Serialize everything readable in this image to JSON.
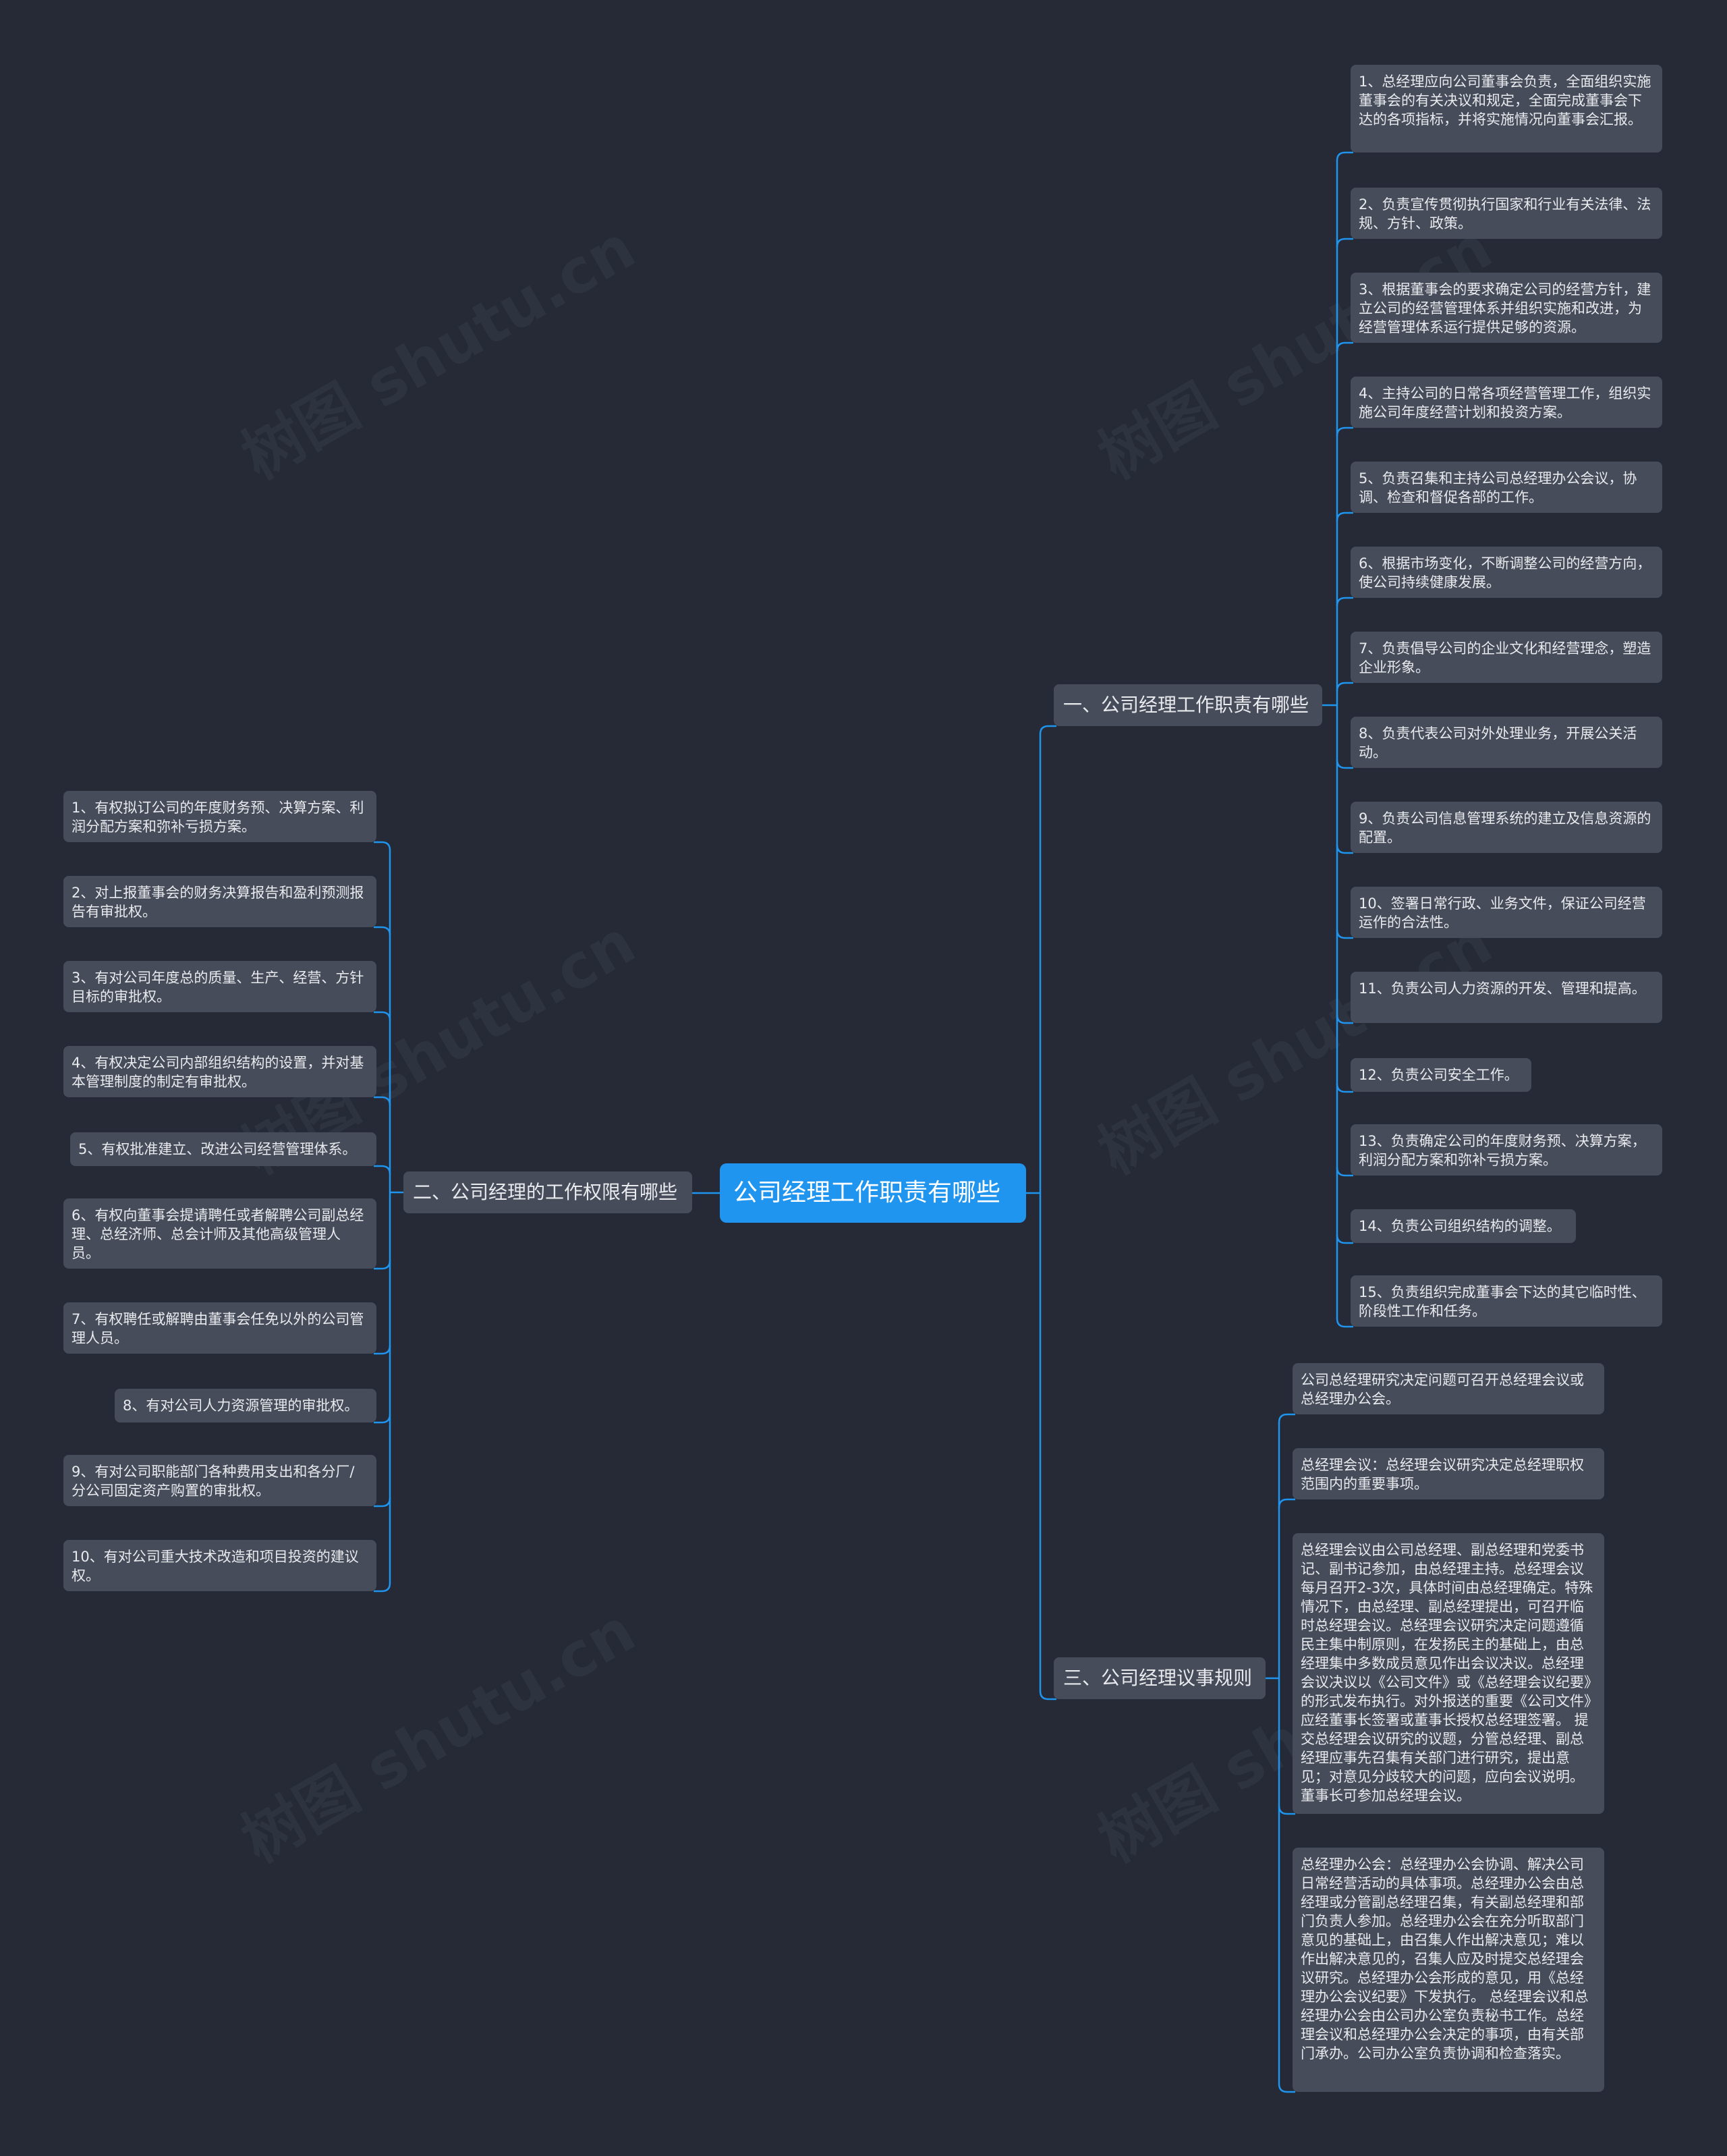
{
  "root": "公司经理工作职责有哪些",
  "branches": [
    {
      "label": "一、公司经理工作职责有哪些",
      "children": [
        "1、总经理应向公司董事会负责，全面组织实施董事会的有关决议和规定，全面完成董事会下达的各项指标，并将实施情况向董事会汇报。",
        "2、负责宣传贯彻执行国家和行业有关法律、法规、方针、政策。",
        "3、根据董事会的要求确定公司的经营方针，建立公司的经营管理体系并组织实施和改进，为经营管理体系运行提供足够的资源。",
        "4、主持公司的日常各项经营管理工作，组织实施公司年度经营计划和投资方案。",
        "5、负责召集和主持公司总经理办公会议，协调、检查和督促各部的工作。",
        "6、根据市场变化，不断调整公司的经营方向，使公司持续健康发展。",
        "7、负责倡导公司的企业文化和经营理念，塑造企业形象。",
        "8、负责代表公司对外处理业务，开展公关活动。",
        "9、负责公司信息管理系统的建立及信息资源的配置。",
        "10、签署日常行政、业务文件，保证公司经营运作的合法性。",
        "11、负责公司人力资源的开发、管理和提高。",
        "12、负责公司安全工作。",
        "13、负责确定公司的年度财务预、决算方案，利润分配方案和弥补亏损方案。",
        "14、负责公司组织结构的调整。",
        "15、负责组织完成董事会下达的其它临时性、阶段性工作和任务。"
      ]
    },
    {
      "label": "二、公司经理的工作权限有哪些",
      "children": [
        "1、有权拟订公司的年度财务预、决算方案、利润分配方案和弥补亏损方案。",
        "2、对上报董事会的财务决算报告和盈利预测报告有审批权。",
        "3、有对公司年度总的质量、生产、经营、方针目标的审批权。",
        "4、有权决定公司内部组织结构的设置，并对基本管理制度的制定有审批权。",
        "5、有权批准建立、改进公司经营管理体系。",
        "6、有权向董事会提请聘任或者解聘公司副总经理、总经济师、总会计师及其他高级管理人员。",
        "7、有权聘任或解聘由董事会任免以外的公司管理人员。",
        "8、有对公司人力资源管理的审批权。",
        "9、有对公司职能部门各种费用支出和各分厂/分公司固定资产购置的审批权。",
        "10、有对公司重大技术改造和项目投资的建议权。"
      ]
    },
    {
      "label": "三、公司经理议事规则",
      "children": [
        "公司总经理研究决定问题可召开总经理会议或总经理办公会。",
        "总经理会议：总经理会议研究决定总经理职权范围内的重要事项。",
        "总经理会议由公司总经理、副总经理和党委书记、副书记参加，由总经理主持。总经理会议每月召开2-3次，具体时间由总经理确定。特殊情况下，由总经理、副总经理提出，可召开临时总经理会议。总经理会议研究决定问题遵循民主集中制原则，在发扬民主的基础上，由总经理集中多数成员意见作出会议决议。总经理会议决议以《公司文件》或《总经理会议纪要》的形式发布执行。对外报送的重要《公司文件》应经董事长签署或董事长授权总经理签署。 提交总经理会议研究的议题，分管总经理、副总经理应事先召集有关部门进行研究，提出意见；对意见分歧较大的问题，应向会议说明。董事长可参加总经理会议。",
        "总经理办公会：总经理办公会协调、解决公司日常经营活动的具体事项。总经理办公会由总经理或分管副总经理召集，有关副总经理和部门负责人参加。总经理办公会在充分听取部门意见的基础上，由召集人作出解决意见；难以作出解决意见的，召集人应及时提交总经理会议研究。总经理办公会形成的意见，用《总经理办公会议纪要》下发执行。 总经理会议和总经理办公会由公司办公室负责秘书工作。总经理会议和总经理办公会决定的事项，由有关部门承办。公司办公室负责协调和检查落实。"
      ]
    }
  ],
  "watermark": "树图 shutu.cn",
  "colors": {
    "background": "#252a36",
    "node": "#474c5a",
    "root": "#1f95f0",
    "edge": "#1f95f0",
    "text": "#e8eaee"
  }
}
